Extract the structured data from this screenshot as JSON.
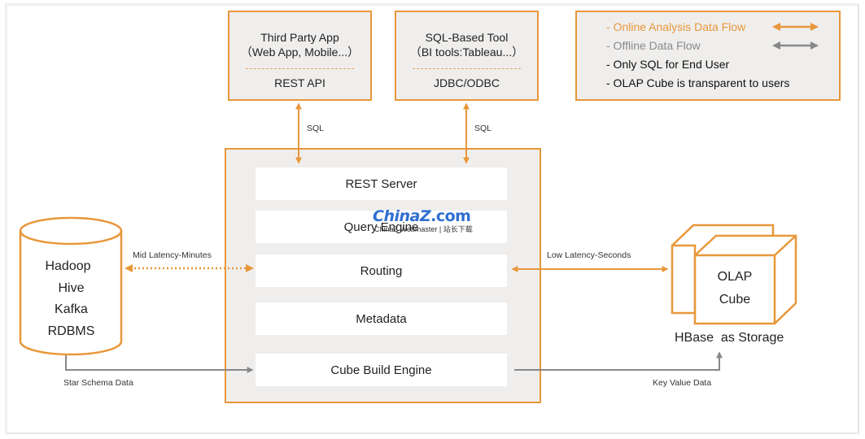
{
  "colors": {
    "online_flow": "#e8973a",
    "offline_flow": "#888888",
    "box_fill": "#efeeed",
    "layer_fill": "#ffffff"
  },
  "clients": [
    {
      "title": "Third Party App",
      "subtitle": "（Web App, Mobile...）",
      "interface": "REST API"
    },
    {
      "title": "SQL-Based Tool",
      "subtitle": "（BI tools:Tableau...）",
      "interface": "JDBC/ODBC"
    }
  ],
  "legend": {
    "items": [
      {
        "text": "- Online Analysis Data Flow",
        "arrow": "orange-double-arrow"
      },
      {
        "text": "- Offline Data Flow",
        "arrow": "gray-double-arrow"
      },
      {
        "text": "- Only SQL for End User"
      },
      {
        "text": "- OLAP Cube is transparent to users"
      }
    ]
  },
  "kylin_layers": [
    "REST Server",
    "Query Engine",
    "Routing",
    "Metadata",
    "Cube Build Engine"
  ],
  "flow_labels": {
    "sql_left": "SQL",
    "sql_right": "SQL",
    "mid_latency": "Mid Latency-Minutes",
    "low_latency": "Low Latency-Seconds",
    "star_schema": "Star Schema Data",
    "key_value": "Key Value Data"
  },
  "data_sources": [
    "Hadoop",
    "Hive",
    "Kafka",
    "RDBMS"
  ],
  "cube": {
    "line1": "OLAP",
    "line2": "Cube",
    "storage_label": "HBase  as Storage"
  },
  "watermark": {
    "logo_main": "ChinaZ",
    "logo_suffix": ".com",
    "subtitle": "ChinaZ Webmaster | 站长下载"
  }
}
